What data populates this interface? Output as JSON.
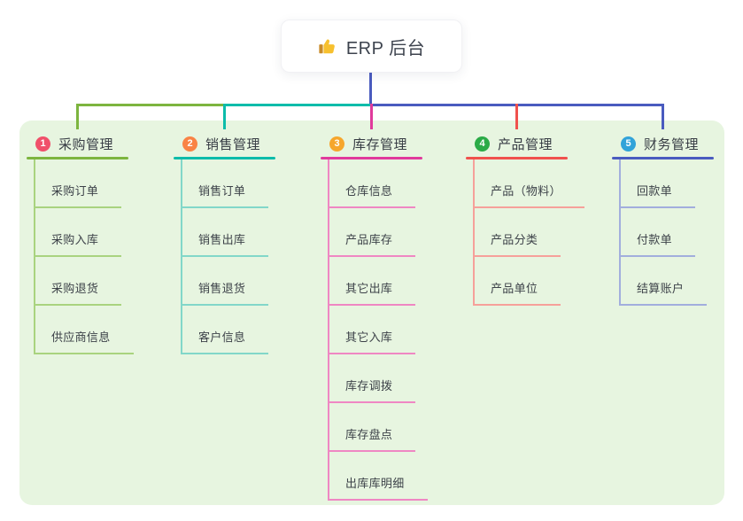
{
  "root": {
    "icon": "thumbs-up-icon",
    "title": "ERP 后台"
  },
  "panel": {
    "background": "#e7f5e0"
  },
  "connector": {
    "stem_color": "#4a5bbf"
  },
  "branches": [
    {
      "badge": "1",
      "title": "采购管理",
      "badge_color": "#f0506a",
      "line_color": "#7db53f",
      "child_line_color": "#a9d37f",
      "children": [
        "采购订单",
        "采购入库",
        "采购退货",
        "供应商信息"
      ]
    },
    {
      "badge": "2",
      "title": "销售管理",
      "badge_color": "#f98345",
      "line_color": "#0cbcaa",
      "child_line_color": "#82d7c9",
      "children": [
        "销售订单",
        "销售出库",
        "销售退货",
        "客户信息"
      ]
    },
    {
      "badge": "3",
      "title": "库存管理",
      "badge_color": "#f6a62c",
      "line_color": "#e03a9c",
      "child_line_color": "#ef87c3",
      "children": [
        "仓库信息",
        "产品库存",
        "其它出库",
        "其它入库",
        "库存调拨",
        "库存盘点",
        "出库库明细"
      ]
    },
    {
      "badge": "4",
      "title": "产品管理",
      "badge_color": "#2bab47",
      "line_color": "#f0514d",
      "child_line_color": "#f6a09a",
      "children": [
        "产品（物料）",
        "产品分类",
        "产品单位"
      ]
    },
    {
      "badge": "5",
      "title": "财务管理",
      "badge_color": "#31a3d9",
      "line_color": "#4a5bbf",
      "child_line_color": "#a2aedd",
      "children": [
        "回款单",
        "付款单",
        "结算账户"
      ]
    }
  ]
}
